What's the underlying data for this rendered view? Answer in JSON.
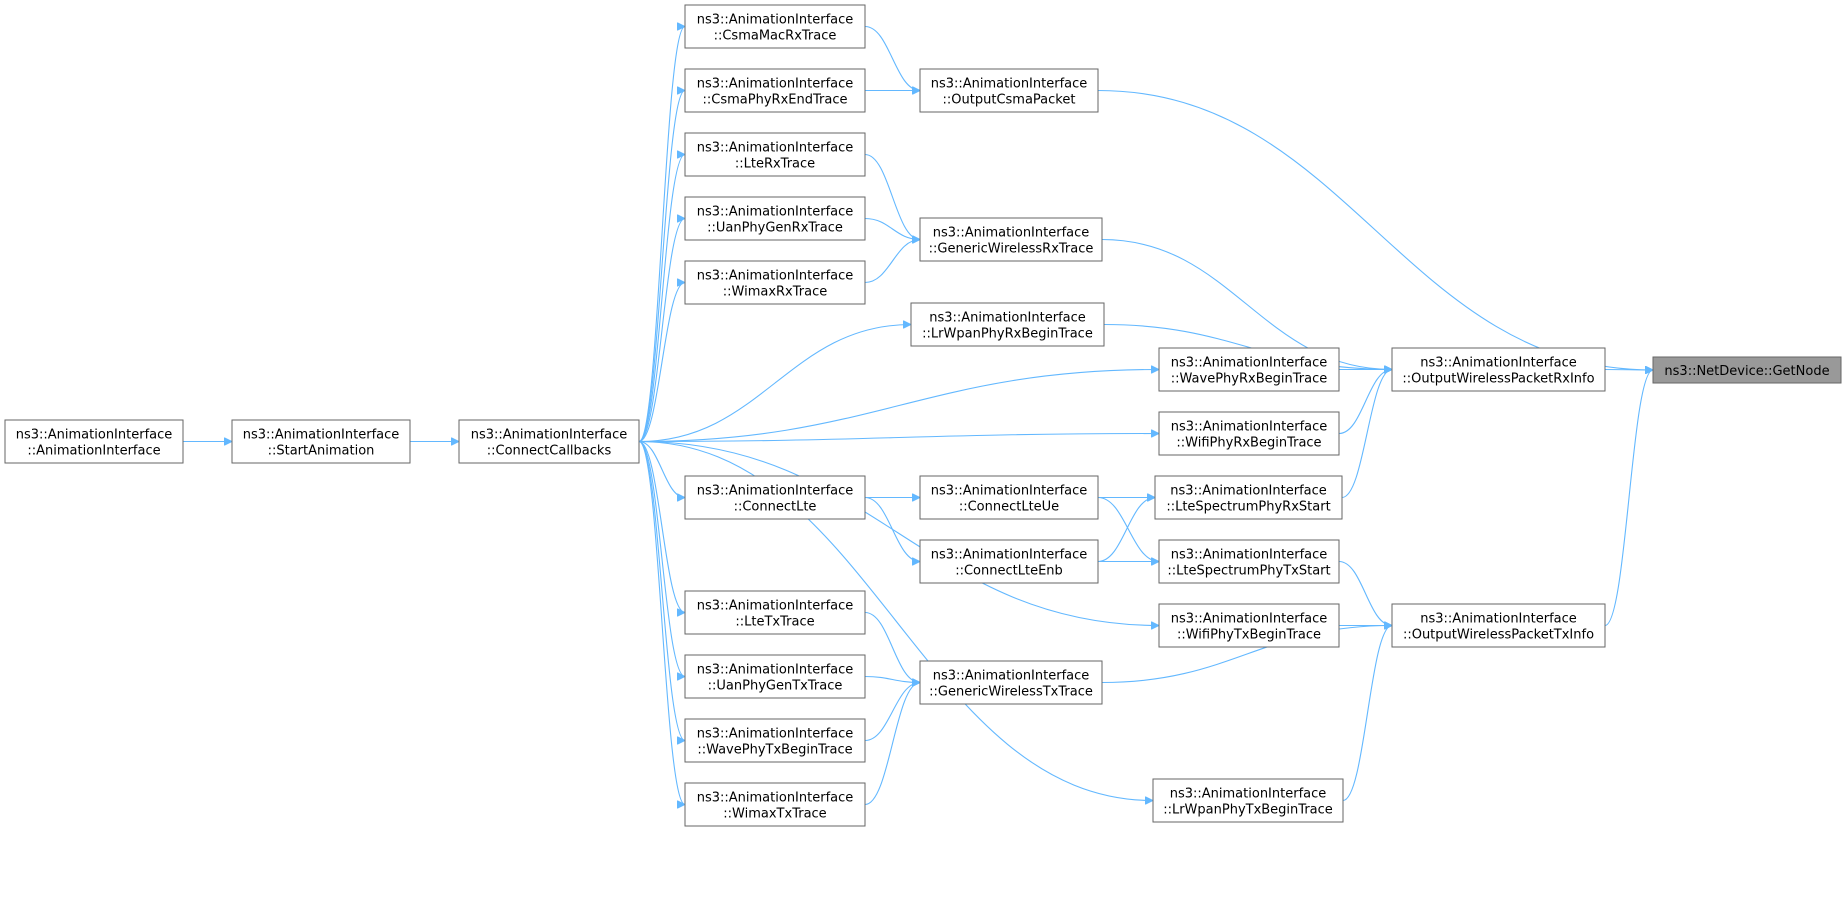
{
  "colors": {
    "edge": "#63b8ff",
    "node_border": "#666666",
    "node_fill": "#ffffff",
    "target_fill": "#999999",
    "text": "#000000"
  },
  "nodes": [
    {
      "id": "getnode",
      "lines": [
        "ns3::NetDevice::GetNode"
      ],
      "highlight": true
    },
    {
      "id": "rxinfo",
      "lines": [
        "ns3::AnimationInterface",
        "::OutputWirelessPacketRxInfo"
      ]
    },
    {
      "id": "txinfo",
      "lines": [
        "ns3::AnimationInterface",
        "::OutputWirelessPacketTxInfo"
      ]
    },
    {
      "id": "csmapkt",
      "lines": [
        "ns3::AnimationInterface",
        "::OutputCsmaPacket"
      ]
    },
    {
      "id": "genrx",
      "lines": [
        "ns3::AnimationInterface",
        "::GenericWirelessRxTrace"
      ]
    },
    {
      "id": "lrwpanrx",
      "lines": [
        "ns3::AnimationInterface",
        "::LrWpanPhyRxBeginTrace"
      ]
    },
    {
      "id": "waverx",
      "lines": [
        "ns3::AnimationInterface",
        "::WavePhyRxBeginTrace"
      ]
    },
    {
      "id": "wifirx",
      "lines": [
        "ns3::AnimationInterface",
        "::WifiPhyRxBeginTrace"
      ]
    },
    {
      "id": "ltespecrx",
      "lines": [
        "ns3::AnimationInterface",
        "::LteSpectrumPhyRxStart"
      ]
    },
    {
      "id": "ltespectx",
      "lines": [
        "ns3::AnimationInterface",
        "::LteSpectrumPhyTxStart"
      ]
    },
    {
      "id": "wifitx",
      "lines": [
        "ns3::AnimationInterface",
        "::WifiPhyTxBeginTrace"
      ]
    },
    {
      "id": "gentx",
      "lines": [
        "ns3::AnimationInterface",
        "::GenericWirelessTxTrace"
      ]
    },
    {
      "id": "lrwpantx",
      "lines": [
        "ns3::AnimationInterface",
        "::LrWpanPhyTxBeginTrace"
      ]
    },
    {
      "id": "csmamacrx",
      "lines": [
        "ns3::AnimationInterface",
        "::CsmaMacRxTrace"
      ]
    },
    {
      "id": "csmaphyrx",
      "lines": [
        "ns3::AnimationInterface",
        "::CsmaPhyRxEndTrace"
      ]
    },
    {
      "id": "lterx",
      "lines": [
        "ns3::AnimationInterface",
        "::LteRxTrace"
      ]
    },
    {
      "id": "uanrx",
      "lines": [
        "ns3::AnimationInterface",
        "::UanPhyGenRxTrace"
      ]
    },
    {
      "id": "wimaxrx",
      "lines": [
        "ns3::AnimationInterface",
        "::WimaxRxTrace"
      ]
    },
    {
      "id": "connectlte",
      "lines": [
        "ns3::AnimationInterface",
        "::ConnectLte"
      ]
    },
    {
      "id": "connectlteue",
      "lines": [
        "ns3::AnimationInterface",
        "::ConnectLteUe"
      ]
    },
    {
      "id": "connectlteenb",
      "lines": [
        "ns3::AnimationInterface",
        "::ConnectLteEnb"
      ]
    },
    {
      "id": "ltetx",
      "lines": [
        "ns3::AnimationInterface",
        "::LteTxTrace"
      ]
    },
    {
      "id": "uantx",
      "lines": [
        "ns3::AnimationInterface",
        "::UanPhyGenTxTrace"
      ]
    },
    {
      "id": "wavetx",
      "lines": [
        "ns3::AnimationInterface",
        "::WavePhyTxBeginTrace"
      ]
    },
    {
      "id": "wimaxtx",
      "lines": [
        "ns3::AnimationInterface",
        "::WimaxTxTrace"
      ]
    },
    {
      "id": "connectcb",
      "lines": [
        "ns3::AnimationInterface",
        "::ConnectCallbacks"
      ]
    },
    {
      "id": "startanim",
      "lines": [
        "ns3::AnimationInterface",
        "::StartAnimation"
      ]
    },
    {
      "id": "animiface",
      "lines": [
        "ns3::AnimationInterface",
        "::AnimationInterface"
      ]
    }
  ],
  "edges": [
    {
      "from": "csmapkt",
      "to": "getnode"
    },
    {
      "from": "rxinfo",
      "to": "getnode"
    },
    {
      "from": "txinfo",
      "to": "getnode"
    },
    {
      "from": "genrx",
      "to": "rxinfo"
    },
    {
      "from": "lrwpanrx",
      "to": "rxinfo"
    },
    {
      "from": "waverx",
      "to": "rxinfo"
    },
    {
      "from": "wifirx",
      "to": "rxinfo"
    },
    {
      "from": "ltespecrx",
      "to": "rxinfo"
    },
    {
      "from": "ltespectx",
      "to": "txinfo"
    },
    {
      "from": "wifitx",
      "to": "txinfo"
    },
    {
      "from": "gentx",
      "to": "txinfo"
    },
    {
      "from": "lrwpantx",
      "to": "txinfo"
    },
    {
      "from": "csmamacrx",
      "to": "csmapkt"
    },
    {
      "from": "csmaphyrx",
      "to": "csmapkt"
    },
    {
      "from": "lterx",
      "to": "genrx"
    },
    {
      "from": "uanrx",
      "to": "genrx"
    },
    {
      "from": "wimaxrx",
      "to": "genrx"
    },
    {
      "from": "connectlteue",
      "to": "ltespecrx"
    },
    {
      "from": "connectlteue",
      "to": "ltespectx"
    },
    {
      "from": "connectlteenb",
      "to": "ltespecrx"
    },
    {
      "from": "connectlteenb",
      "to": "ltespectx"
    },
    {
      "from": "connectlte",
      "to": "connectlteue"
    },
    {
      "from": "connectlte",
      "to": "connectlteenb"
    },
    {
      "from": "ltetx",
      "to": "gentx"
    },
    {
      "from": "uantx",
      "to": "gentx"
    },
    {
      "from": "wavetx",
      "to": "gentx"
    },
    {
      "from": "wimaxtx",
      "to": "gentx"
    },
    {
      "from": "connectcb",
      "to": "csmamacrx"
    },
    {
      "from": "connectcb",
      "to": "csmaphyrx"
    },
    {
      "from": "connectcb",
      "to": "lterx"
    },
    {
      "from": "connectcb",
      "to": "uanrx"
    },
    {
      "from": "connectcb",
      "to": "wimaxrx"
    },
    {
      "from": "connectcb",
      "to": "lrwpanrx"
    },
    {
      "from": "connectcb",
      "to": "waverx"
    },
    {
      "from": "connectcb",
      "to": "wifirx"
    },
    {
      "from": "connectcb",
      "to": "connectlte"
    },
    {
      "from": "connectcb",
      "to": "wifitx"
    },
    {
      "from": "connectcb",
      "to": "ltetx"
    },
    {
      "from": "connectcb",
      "to": "uantx"
    },
    {
      "from": "connectcb",
      "to": "wavetx"
    },
    {
      "from": "connectcb",
      "to": "wimaxtx"
    },
    {
      "from": "connectcb",
      "to": "lrwpantx"
    },
    {
      "from": "startanim",
      "to": "connectcb"
    },
    {
      "from": "animiface",
      "to": "startanim"
    }
  ]
}
